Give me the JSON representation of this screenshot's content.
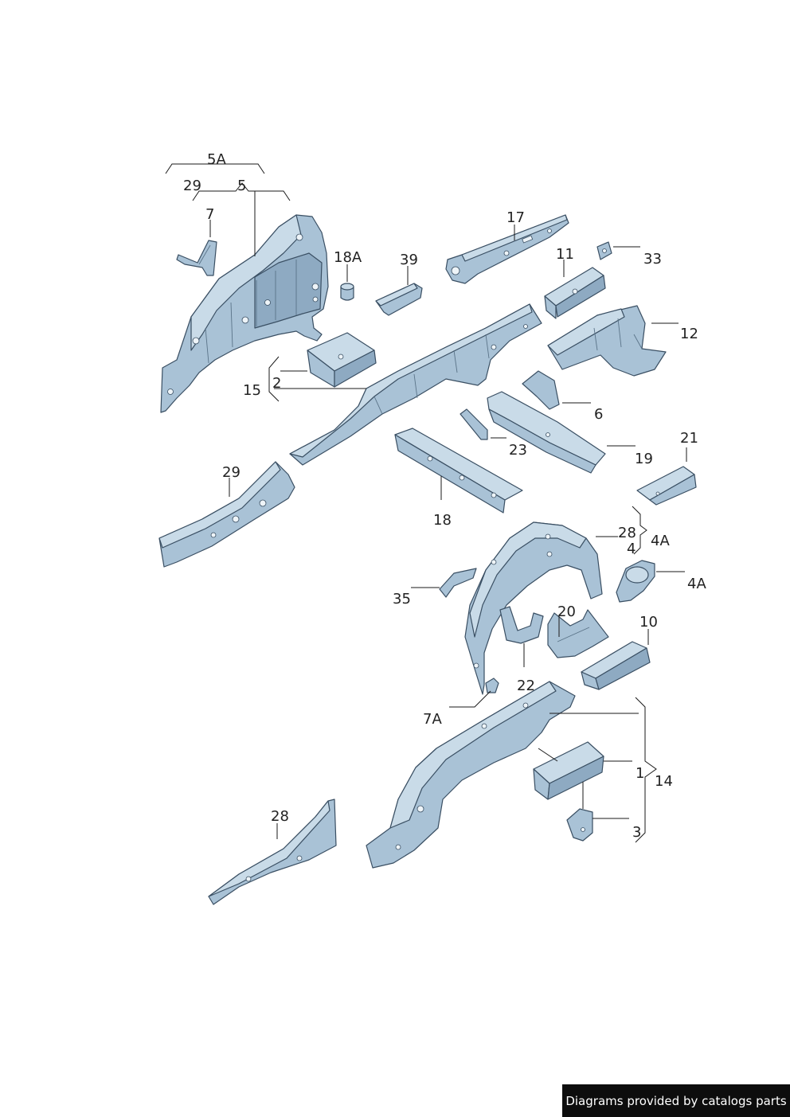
{
  "labels": {
    "l5A": "5A",
    "l29a": "29",
    "l5": "5",
    "l7": "7",
    "l18A": "18A",
    "l39": "39",
    "l17": "17",
    "l11": "11",
    "l33": "33",
    "l12": "12",
    "l2": "2",
    "l15": "15",
    "l6": "6",
    "l23": "23",
    "l19": "19",
    "l21": "21",
    "l29b": "29",
    "l18": "18",
    "l28a": "28",
    "l4": "4",
    "l4Aa": "4A",
    "l4Ab": "4A",
    "l35": "35",
    "l20": "20",
    "l10": "10",
    "l22": "22",
    "l7A": "7A",
    "l1": "1",
    "l14": "14",
    "l28b": "28",
    "l3": "3"
  },
  "footer": {
    "text": "Diagrams provided by catalogs parts"
  },
  "colors": {
    "part_dark": "#8eaac2",
    "part_light": "#c9dbe8",
    "outline": "#3a4f63",
    "footer_bg": "#0d0d0d"
  }
}
